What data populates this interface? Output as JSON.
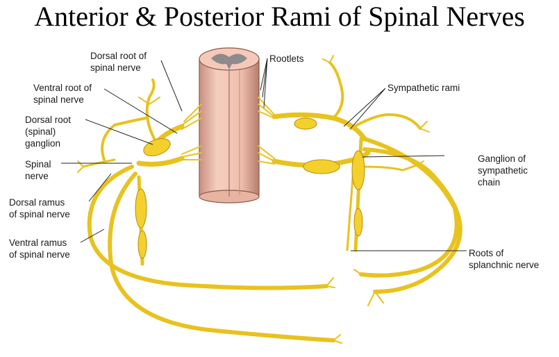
{
  "title": "Anterior & Posterior Rami of Spinal Nerves",
  "labels": {
    "dorsal_root_nerve": "Dorsal root of\nspinal nerve",
    "ventral_root": "Ventral root of\nspinal nerve",
    "dorsal_root_ganglion": "Dorsal root\n(spinal)\nganglion",
    "spinal_nerve": "Spinal\nnerve",
    "dorsal_ramus": "Dorsal ramus\nof spinal nerve",
    "ventral_ramus": "Ventral ramus\nof spinal nerve",
    "rootlets": "Rootlets",
    "sympathetic_rami": "Sympathetic rami",
    "ganglion_chain": "Ganglion of\nsympathetic\nchain",
    "splanchnic": "Roots of\nsplanchnic nerve"
  },
  "colors": {
    "nerve": "#f3d02c",
    "nerve_edge": "#b88a12",
    "cord": "#f0c2b0",
    "cord_edge": "#8a5a4a",
    "gray_matter": "#8f8a8c"
  }
}
